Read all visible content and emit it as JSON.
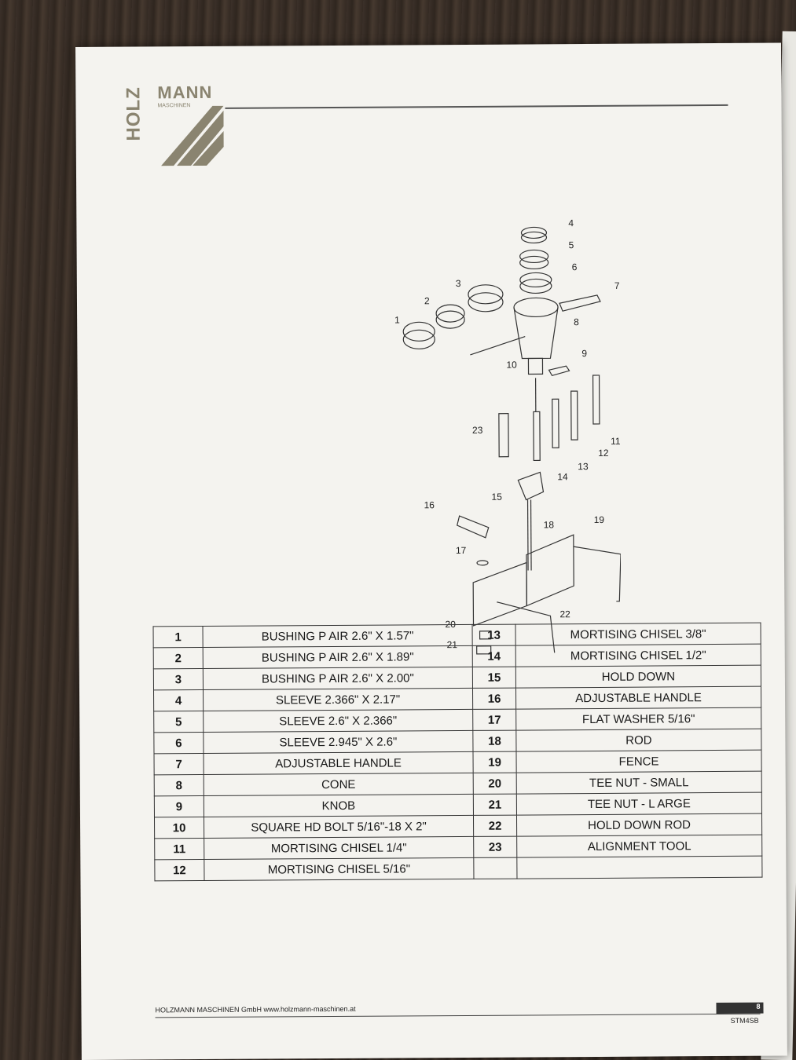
{
  "brand": {
    "logo_top": "MANN",
    "logo_sub": "MASCHINEN",
    "logo_vertical": "HOLZ"
  },
  "diagram": {
    "callouts": [
      "1",
      "2",
      "3",
      "4",
      "5",
      "6",
      "7",
      "8",
      "9",
      "10",
      "11",
      "12",
      "13",
      "14",
      "15",
      "16",
      "17",
      "18",
      "19",
      "20",
      "21",
      "22",
      "23"
    ]
  },
  "parts_table": {
    "left": [
      {
        "no": "1",
        "desc": "BUSHING P AIR 2.6\" X 1.57\""
      },
      {
        "no": "2",
        "desc": "BUSHING P AIR 2.6\" X 1.89\""
      },
      {
        "no": "3",
        "desc": "BUSHING P AIR 2.6\" X 2.00\""
      },
      {
        "no": "4",
        "desc": "SLEEVE 2.366\" X 2.17\""
      },
      {
        "no": "5",
        "desc": "SLEEVE 2.6\" X 2.366\""
      },
      {
        "no": "6",
        "desc": "SLEEVE 2.945\" X 2.6\""
      },
      {
        "no": "7",
        "desc": "ADJUSTABLE HANDLE"
      },
      {
        "no": "8",
        "desc": "CONE"
      },
      {
        "no": "9",
        "desc": "KNOB"
      },
      {
        "no": "10",
        "desc": "SQUARE HD BOLT 5/16\"-18 X 2\""
      },
      {
        "no": "11",
        "desc": "MORTISING CHISEL 1/4\""
      },
      {
        "no": "12",
        "desc": "MORTISING CHISEL 5/16\""
      }
    ],
    "right": [
      {
        "no": "13",
        "desc": "MORTISING CHISEL 3/8\""
      },
      {
        "no": "14",
        "desc": "MORTISING CHISEL 1/2\""
      },
      {
        "no": "15",
        "desc": "HOLD DOWN"
      },
      {
        "no": "16",
        "desc": "ADJUSTABLE HANDLE"
      },
      {
        "no": "17",
        "desc": "FLAT WASHER 5/16\""
      },
      {
        "no": "18",
        "desc": "ROD"
      },
      {
        "no": "19",
        "desc": "FENCE"
      },
      {
        "no": "20",
        "desc": "TEE NUT - SMALL"
      },
      {
        "no": "21",
        "desc": "TEE NUT - L ARGE"
      },
      {
        "no": "22",
        "desc": "HOLD DOWN ROD"
      },
      {
        "no": "23",
        "desc": "ALIGNMENT TOOL"
      },
      {
        "no": "",
        "desc": ""
      }
    ]
  },
  "footer": {
    "company": "HOLZMANN MASCHINEN GmbH   www.holzmann-maschinen.at",
    "page_number": "8",
    "model": "STM4SB"
  }
}
